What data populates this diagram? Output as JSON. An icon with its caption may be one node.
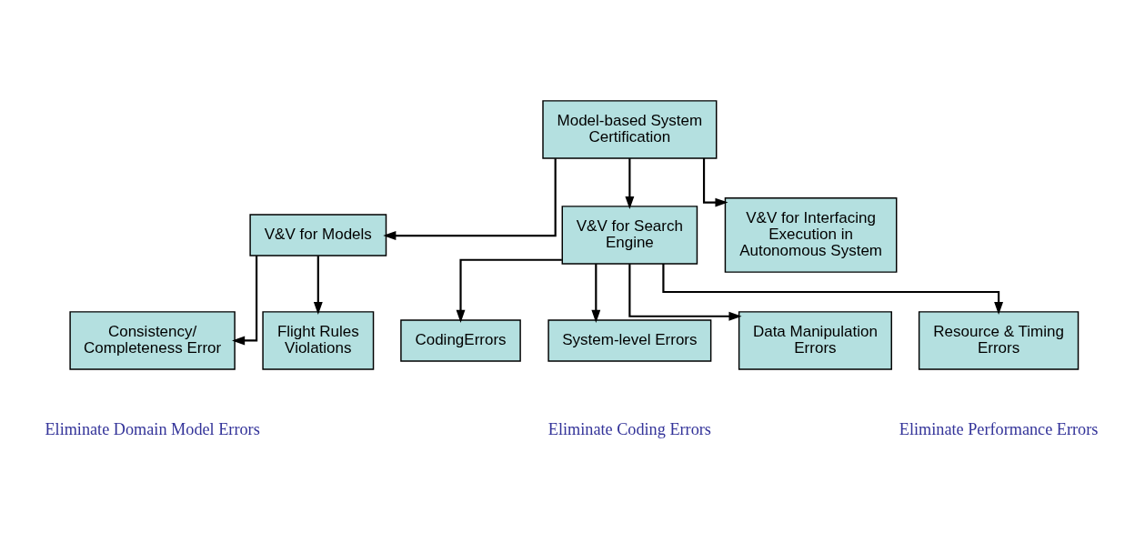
{
  "diagram": {
    "nodes": [
      {
        "text": [
          "Model-based System Certification"
        ]
      },
      {
        "text": [
          "V&V for Models"
        ]
      },
      {
        "text": [
          "V&V for Search Engine"
        ]
      },
      {
        "text": [
          "V&V for Interfacing Execution in Autonomous System"
        ]
      },
      {
        "text": [
          "Consistency/ Completeness Error"
        ]
      },
      {
        "text": [
          "Flight Rules Violations"
        ]
      },
      {
        "text": [
          "CodingErrors"
        ]
      },
      {
        "text": [
          "System-level Errors"
        ]
      },
      {
        "text": [
          "Data Manipulation Errors"
        ]
      },
      {
        "text": [
          "Resource & Timing Errors"
        ]
      }
    ],
    "edges": [
      {
        "from": 0,
        "to": 1,
        "arrow": "to"
      },
      {
        "from": 0,
        "to": 2,
        "arrow": "to"
      },
      {
        "from": 0,
        "to": 3,
        "arrow": "to"
      },
      {
        "from": 1,
        "to": 4,
        "arrow": "to"
      },
      {
        "from": 1,
        "to": 5,
        "arrow": "to"
      },
      {
        "from": 2,
        "to": 6,
        "arrow": "to"
      },
      {
        "from": 2,
        "to": 7,
        "arrow": "to"
      },
      {
        "from": 2,
        "to": 8,
        "arrow": "to"
      },
      {
        "from": 2,
        "to": 9,
        "arrow": "to"
      }
    ],
    "labels": [
      "Eliminate Domain Model Errors",
      "Eliminate Coding Errors",
      "Eliminate Performance Errors"
    ]
  }
}
